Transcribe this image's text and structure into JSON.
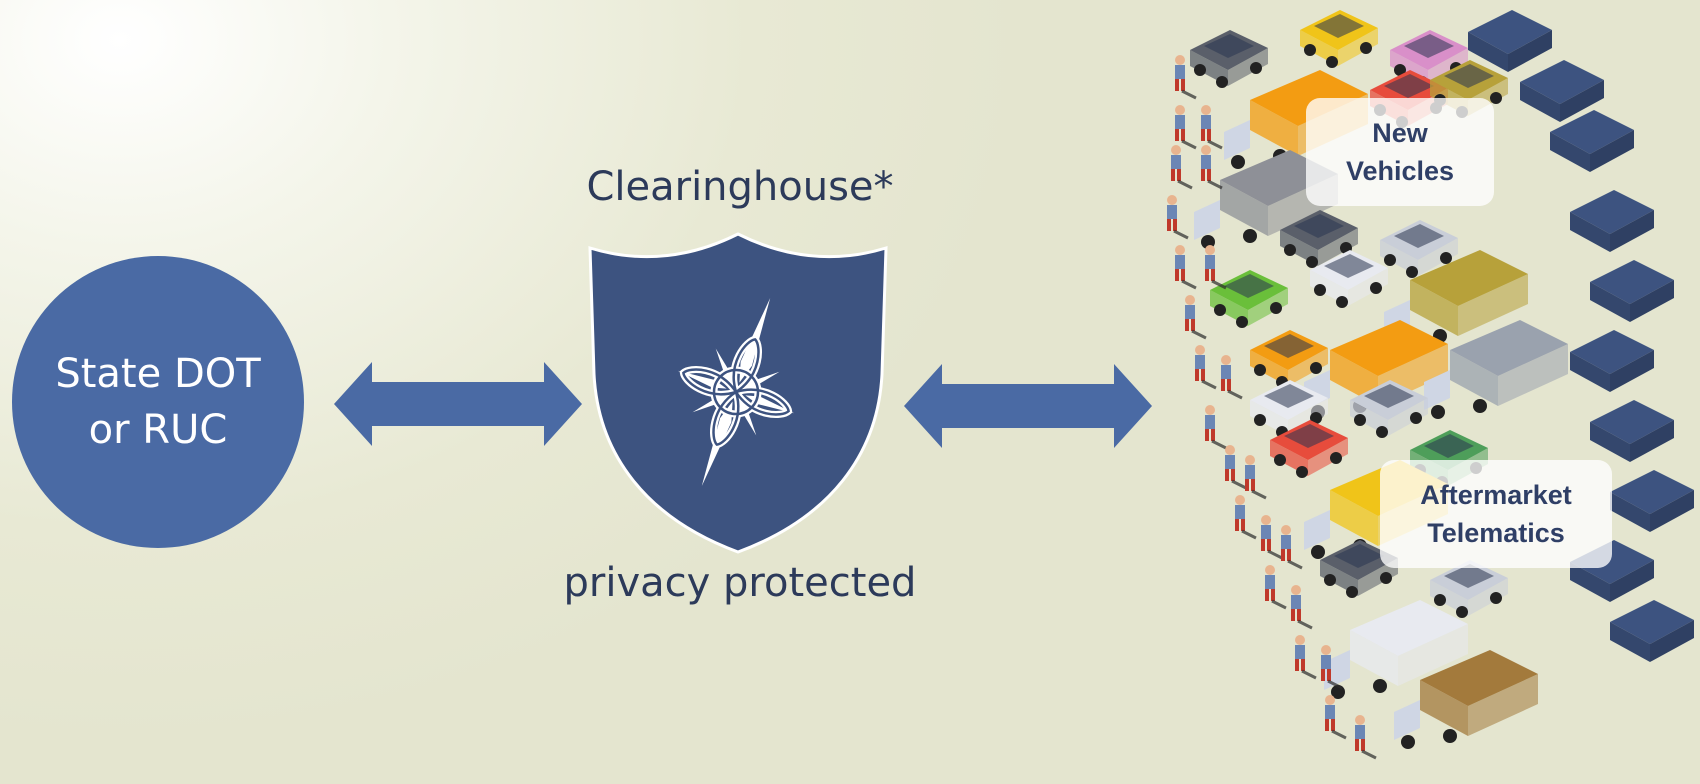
{
  "left_node": {
    "line1": "State DOT",
    "line2": "or RUC",
    "color": "#4a6aa4"
  },
  "center": {
    "title": "Clearinghouse*",
    "subtitle": "privacy protected",
    "shield_color": "#3d5380",
    "shield_icon": "celtic-knot-compass-icon"
  },
  "arrows": {
    "color": "#4a6aa4",
    "type": "bidirectional"
  },
  "fleet": {
    "labels": {
      "new_vehicles_line1": "New",
      "new_vehicles_line2": "Vehicles",
      "aftermarket_line1": "Aftermarket",
      "aftermarket_line2": "Telematics"
    },
    "vehicle_colors": [
      "#f0c419",
      "#f39c12",
      "#e74c3c",
      "#8e9097",
      "#5a5f6a",
      "#6abf3a",
      "#2f8fd0",
      "#d98fc9",
      "#b7a13a",
      "#e8eaf0",
      "#9aa2ae",
      "#3f5380"
    ]
  }
}
